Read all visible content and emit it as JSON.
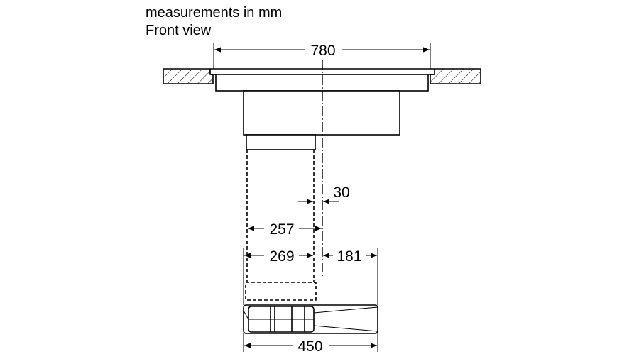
{
  "caption": {
    "line1": "measurements in mm",
    "line2": "Front view"
  },
  "dimensions": {
    "width_total": "780",
    "offset": "30",
    "duct_inner": "257",
    "duct_outer": "269",
    "right_offset": "181",
    "base_width": "450"
  }
}
